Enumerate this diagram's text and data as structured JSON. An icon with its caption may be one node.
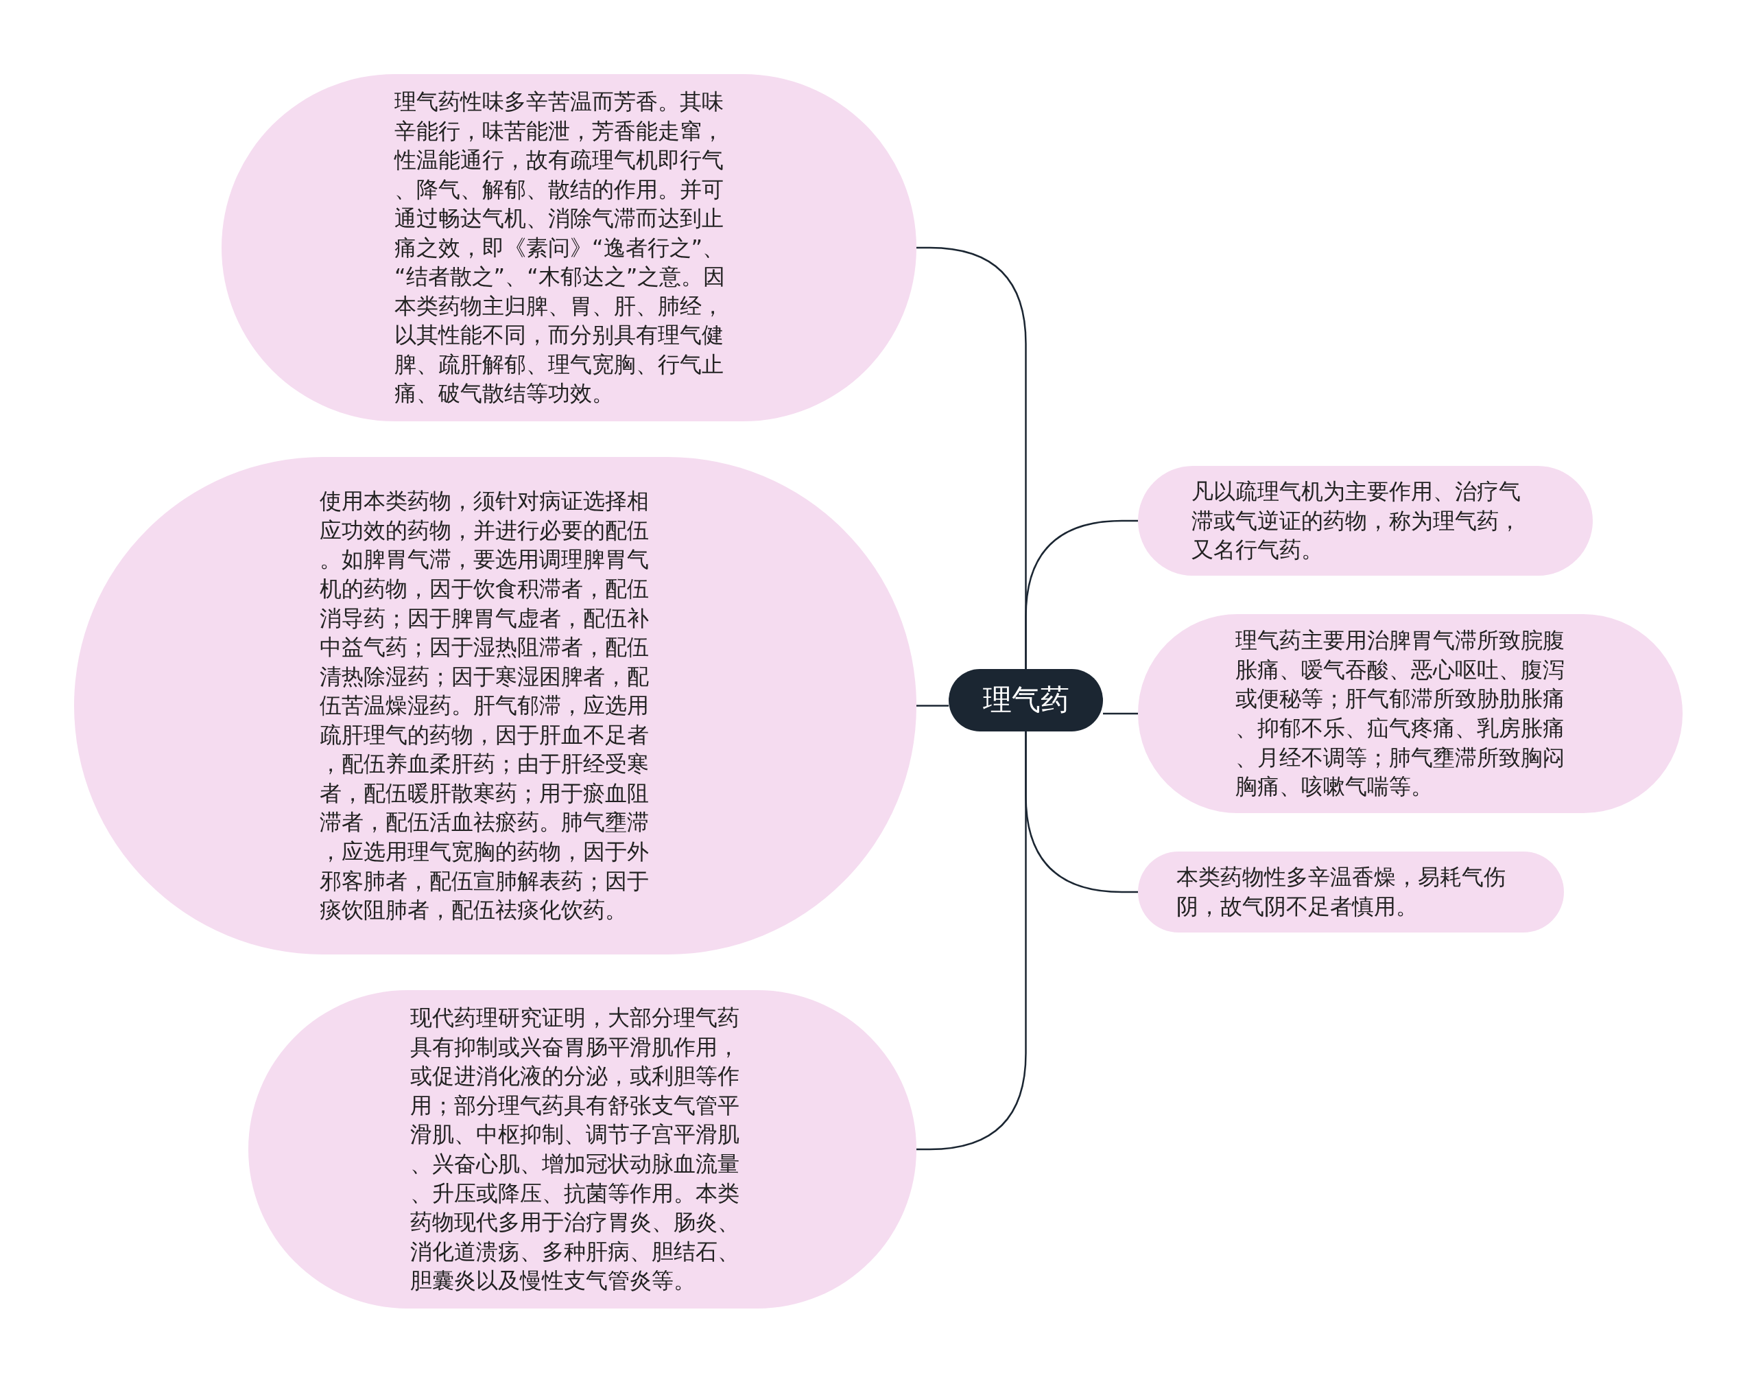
{
  "diagram": {
    "nodes": [
      {
        "text": [
          "理气药"
        ]
      },
      {
        "text": [
          "理气药性味多辛苦温而芳香。其味辛能行，味苦能泄，芳香能走窜，性温能通行，故有疏理气机即行气、降气、解郁、散结的作用。并可通过畅达气机、消除气滞而达到止痛之效，即《素问》“逸者行之”、“结者散之”、“木郁达之”之意。因本类药物主归脾、胃、肝、肺经，以其性能不同，而分别具有理气健脾、疏肝解郁、理气宽胸、行气止痛、破气散结等功效。"
        ]
      },
      {
        "text": [
          "使用本类药物，须针对病证选择相应功效的药物，并进行必要的配伍。如脾胃气滞，要选用调理脾胃气机的药物，因于饮食积滞者，配伍消导药；因于脾胃气虚者，配伍补中益气药；因于湿热阻滞者，配伍清热除湿药；因于寒湿困脾者，配伍苦温燥湿药。肝气郁滞，应选用疏肝理气的药物，因于肝血不足者，配伍养血柔肝药；由于肝经受寒者，配伍暖肝散寒药；用于瘀血阻滞者，配伍活血祛瘀药。肺气壅滞，应选用理气宽胸的药物，因于外邪客肺者，配伍宣肺解表药；因于痰饮阻肺者，配伍祛痰化饮药。"
        ]
      },
      {
        "text": [
          "现代药理研究证明，大部分理气药具有抑制或兴奋胃肠平滑肌作用，或促进消化液的分泌，或利胆等作用；部分理气药具有舒张支气管平滑肌、中枢抑制、调节子宫平滑肌、兴奋心肌、增加冠状动脉血流量、升压或降压、抗菌等作用。本类药物现代多用于治疗胃炎、肠炎、消化道溃疡、多种肝病、胆结石、胆囊炎以及慢性支气管炎等。"
        ]
      },
      {
        "text": [
          "凡以疏理气机为主要作用、治疗气滞或气逆证的药物，称为理气药，又名行气药。"
        ]
      },
      {
        "text": [
          "理气药主要用治脾胃气滞所致脘腹胀痛、嗳气吞酸、恶心呕吐、腹泻或便秘等；肝气郁滞所致胁肋胀痛、抑郁不乐、疝气疼痛、乳房胀痛、月经不调等；肺气壅滞所致胸闷胸痛、咳嗽气喘等。"
        ]
      },
      {
        "text": [
          "本类药物性多辛温香燥，易耗气伤阴，故气阴不足者慎用。"
        ]
      }
    ],
    "edges": [
      {
        "from": 0,
        "to": 1,
        "arrow": "none"
      },
      {
        "from": 0,
        "to": 2,
        "arrow": "none"
      },
      {
        "from": 0,
        "to": 3,
        "arrow": "none"
      },
      {
        "from": 0,
        "to": 4,
        "arrow": "none"
      },
      {
        "from": 0,
        "to": 5,
        "arrow": "none"
      },
      {
        "from": 0,
        "to": 6,
        "arrow": "none"
      }
    ]
  }
}
